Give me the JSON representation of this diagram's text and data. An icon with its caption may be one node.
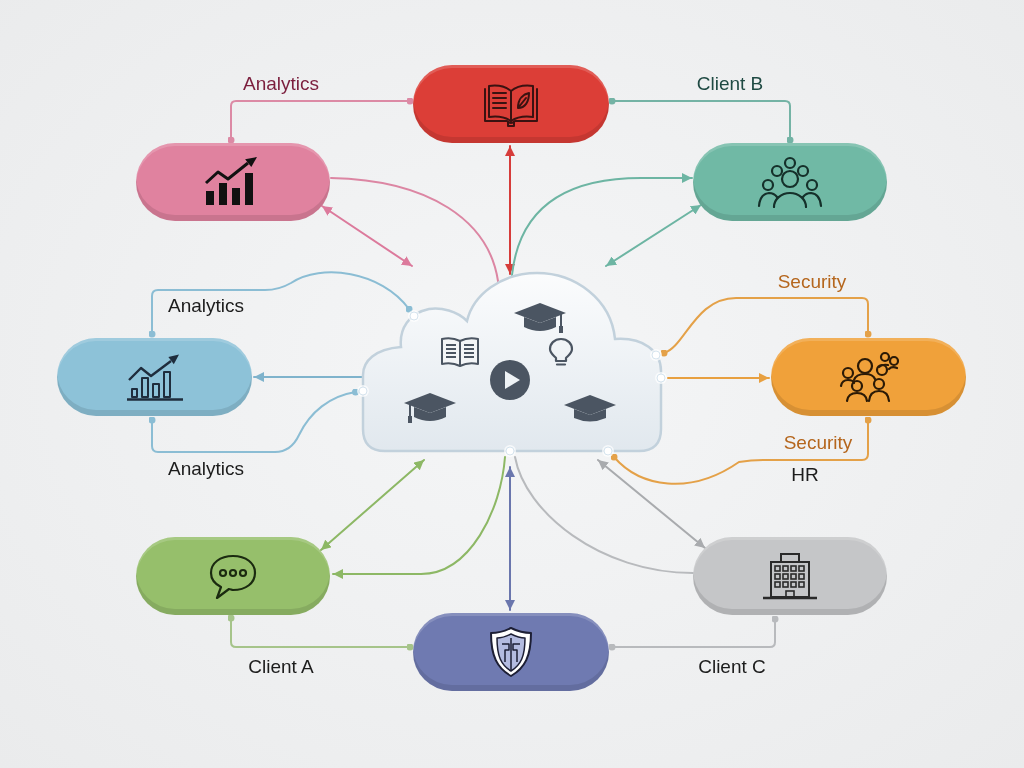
{
  "diagram": {
    "nodes": [
      {
        "text": [],
        "shape": "pill"
      },
      {
        "text": [],
        "shape": "pill"
      },
      {
        "text": [],
        "shape": "pill"
      },
      {
        "text": [],
        "shape": "cloud"
      },
      {
        "text": [],
        "shape": "pill"
      },
      {
        "text": [],
        "shape": "pill"
      },
      {
        "text": [],
        "shape": "pill"
      },
      {
        "text": [],
        "shape": "pill"
      },
      {
        "text": [],
        "shape": "pill"
      }
    ],
    "edges": [
      {
        "from": 1,
        "to": 0,
        "arrow": "other",
        "label": "Analytics",
        "color": "#dc8aa5"
      },
      {
        "from": 0,
        "to": 2,
        "arrow": "other",
        "label": "Client B",
        "color": "#74b3a5"
      },
      {
        "from": 0,
        "to": 3,
        "arrow": "both",
        "color": "#d63c3a"
      },
      {
        "from": 1,
        "to": 3,
        "arrow": "none",
        "color": "#dc86a3"
      },
      {
        "from": 1,
        "to": 3,
        "arrow": "both",
        "color": "#dc7a9c"
      },
      {
        "from": 3,
        "to": 2,
        "arrow": "to",
        "color": "#6db5a3"
      },
      {
        "from": 3,
        "to": 2,
        "arrow": "both",
        "color": "#6db5a3"
      },
      {
        "from": 3,
        "to": 4,
        "arrow": "other",
        "label": "Analytics",
        "color": "#8bbdd4"
      },
      {
        "from": 3,
        "to": 4,
        "arrow": "to",
        "color": "#7fb3cc"
      },
      {
        "from": 3,
        "to": 4,
        "arrow": "other",
        "label": "Analytics",
        "color": "#8bbdd4"
      },
      {
        "from": 3,
        "to": 5,
        "arrow": "other",
        "label": "Security",
        "color": "#e4a148"
      },
      {
        "from": 3,
        "to": 5,
        "arrow": "to",
        "color": "#e8a040"
      },
      {
        "from": 3,
        "to": 5,
        "arrow": "other",
        "label": "Security",
        "color": "#e4a148"
      },
      {
        "from": 3,
        "to": 6,
        "arrow": "both",
        "color": "#8db865"
      },
      {
        "from": 3,
        "to": 6,
        "arrow": "to",
        "color": "#8db865"
      },
      {
        "from": 6,
        "to": 8,
        "arrow": "other",
        "label": "Client A",
        "color": "#a6c48a"
      },
      {
        "from": 3,
        "to": 8,
        "arrow": "both",
        "color": "#6a76ad"
      },
      {
        "from": 3,
        "to": 7,
        "arrow": "none",
        "color": "#b8babd"
      },
      {
        "from": 3,
        "to": 7,
        "arrow": "both",
        "color": "#a9abae"
      },
      {
        "from": 8,
        "to": 7,
        "arrow": "other",
        "label": "Client C",
        "color": "#b8babd"
      }
    ],
    "labels": [
      "HR"
    ]
  }
}
